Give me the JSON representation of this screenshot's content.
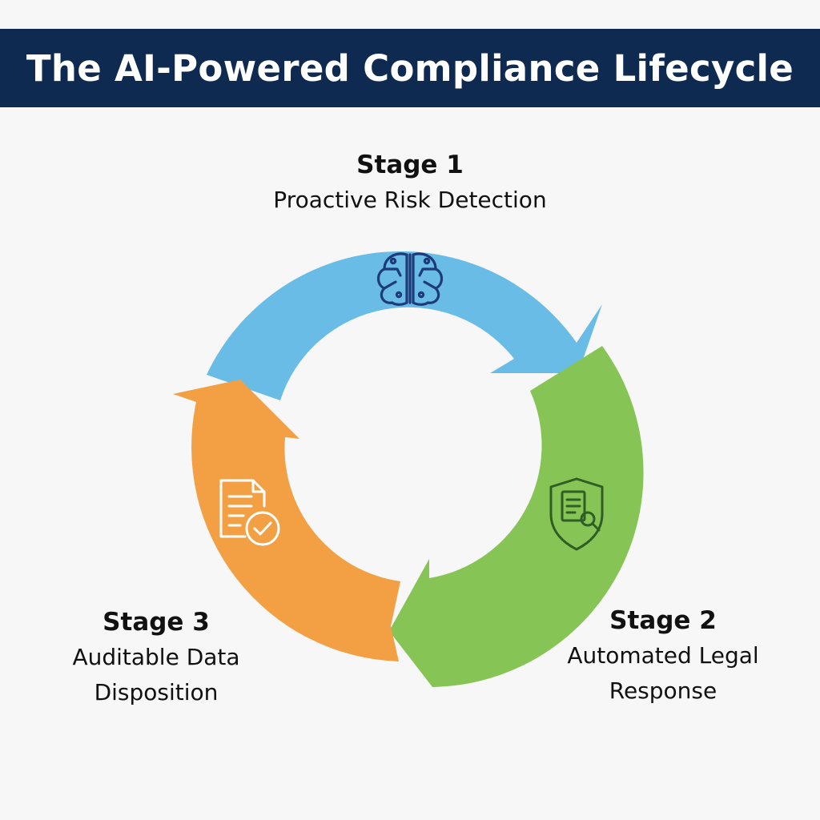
{
  "title": "The AI-Powered Compliance Lifecycle",
  "colors": {
    "header_bg": "#0e2a50",
    "stage1": "#69bce6",
    "stage2": "#86c555",
    "stage3": "#f2a043",
    "icon_stage1": "#1e3a78",
    "icon_stage2": "#2f5e25"
  },
  "stages": [
    {
      "number": "Stage 1",
      "name": "Proactive Risk Detection",
      "icon": "brain-circuit-icon"
    },
    {
      "number": "Stage 2",
      "name": "Automated Legal\nResponse",
      "icon": "shield-document-search-icon"
    },
    {
      "number": "Stage 3",
      "name": "Auditable Data\nDisposition",
      "icon": "document-check-icon"
    }
  ]
}
